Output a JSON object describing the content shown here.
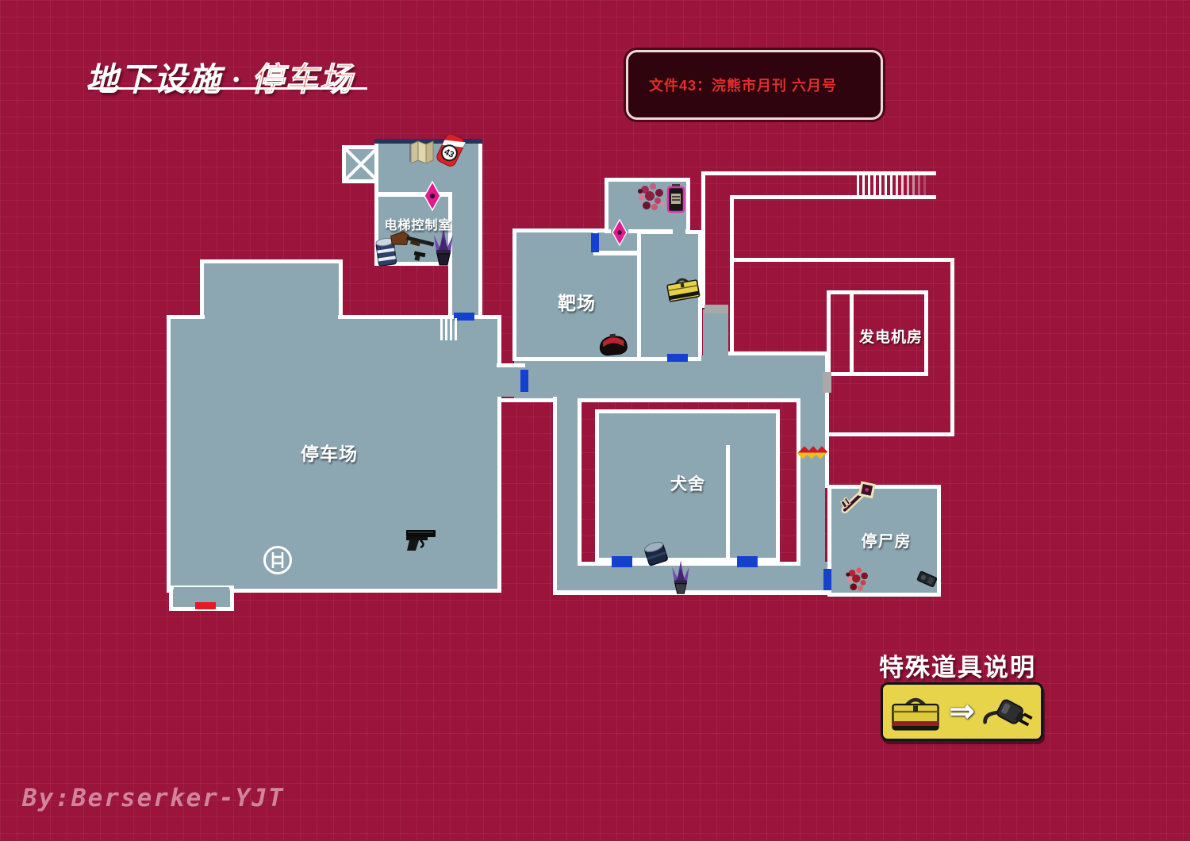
{
  "title": {
    "prefix": "地下设施",
    "separator": " · ",
    "highlight": "停车场"
  },
  "file_note": {
    "text": "文件43：浣熊市月刊 六月号"
  },
  "file_tag": {
    "number": "43"
  },
  "rooms": {
    "elevator_control": {
      "label": "电梯控制室"
    },
    "shooting_range": {
      "label": "靶场"
    },
    "parking": {
      "label": "停车场"
    },
    "kennel": {
      "label": "犬舍"
    },
    "generator": {
      "label": "发电机房"
    },
    "morgue": {
      "label": "停尸房"
    }
  },
  "legend": {
    "title": "特殊道具说明",
    "arrow": "⇒",
    "items": [
      "toolbox",
      "power-plug"
    ]
  },
  "author": {
    "credit": "By:Berserker-YJT"
  },
  "icons": [
    "map-icon",
    "file-43-tag-icon",
    "door-marker-diamond",
    "canister-icon",
    "shotgun-icon",
    "herb-icon",
    "flowers-icon",
    "battery-icon",
    "toolbox-icon",
    "ammo-bag-icon",
    "pistol-icon",
    "ladder-icon",
    "barrel-icon",
    "key-icon",
    "film-icon",
    "power-plug-icon",
    "caution-tape-marker"
  ],
  "colors": {
    "background": "#9b143c",
    "room_fill": "#8ca6b2",
    "wall": "#ffffff",
    "door_blue": "#1441cf",
    "door_red": "#e8191f",
    "door_gray": "#a9a9a9",
    "title_highlight": "#e63629",
    "file_text": "#e12e2e",
    "legend_bg": "#e8d44a"
  }
}
